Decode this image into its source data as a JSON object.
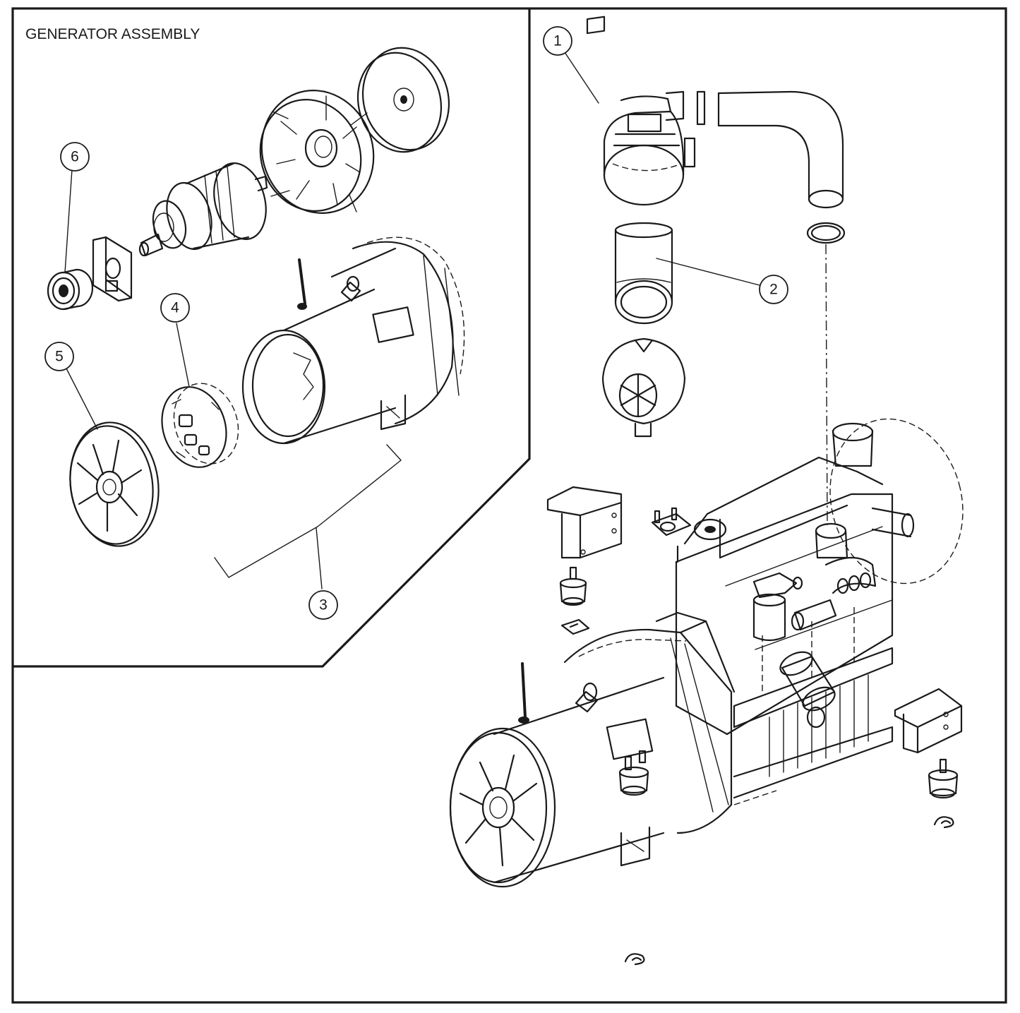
{
  "inset": {
    "title": "GENERATOR ASSEMBLY"
  },
  "callouts": [
    {
      "label": "1"
    },
    {
      "label": "2"
    },
    {
      "label": "3"
    },
    {
      "label": "4"
    },
    {
      "label": "5"
    },
    {
      "label": "6"
    }
  ],
  "colors": {
    "line": "#1a1a1a",
    "background": "#ffffff"
  }
}
